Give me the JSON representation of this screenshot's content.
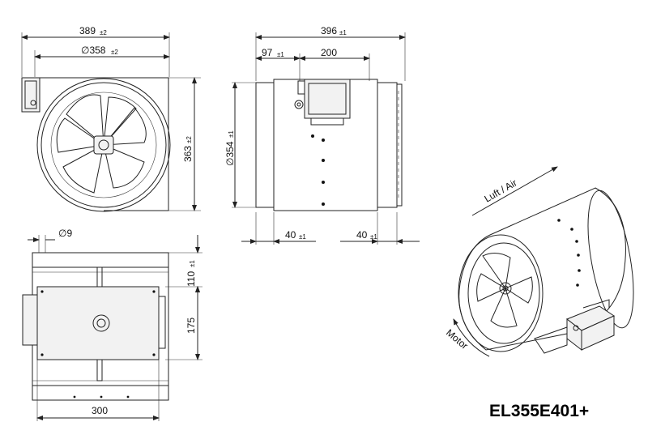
{
  "model": "EL355E401+",
  "front_view": {
    "width": "389",
    "width_tol": "±2",
    "diameter": "∅358",
    "diameter_tol": "±2",
    "height": "363",
    "height_tol": "±2"
  },
  "side_view": {
    "length": "396",
    "length_tol": "±1",
    "offset": "97",
    "offset_tol": "±1",
    "box_width": "200",
    "diameter": "∅354",
    "diameter_tol": "±1",
    "flange_left": "40",
    "flange_left_tol": "±1",
    "flange_right": "40",
    "flange_right_tol": "±1"
  },
  "bottom_view": {
    "hole": "∅9",
    "offset": "110",
    "offset_tol": "±1",
    "height": "175",
    "width": "300"
  },
  "iso_view": {
    "air_label": "Luft / Air",
    "motor_label": "Motor"
  }
}
